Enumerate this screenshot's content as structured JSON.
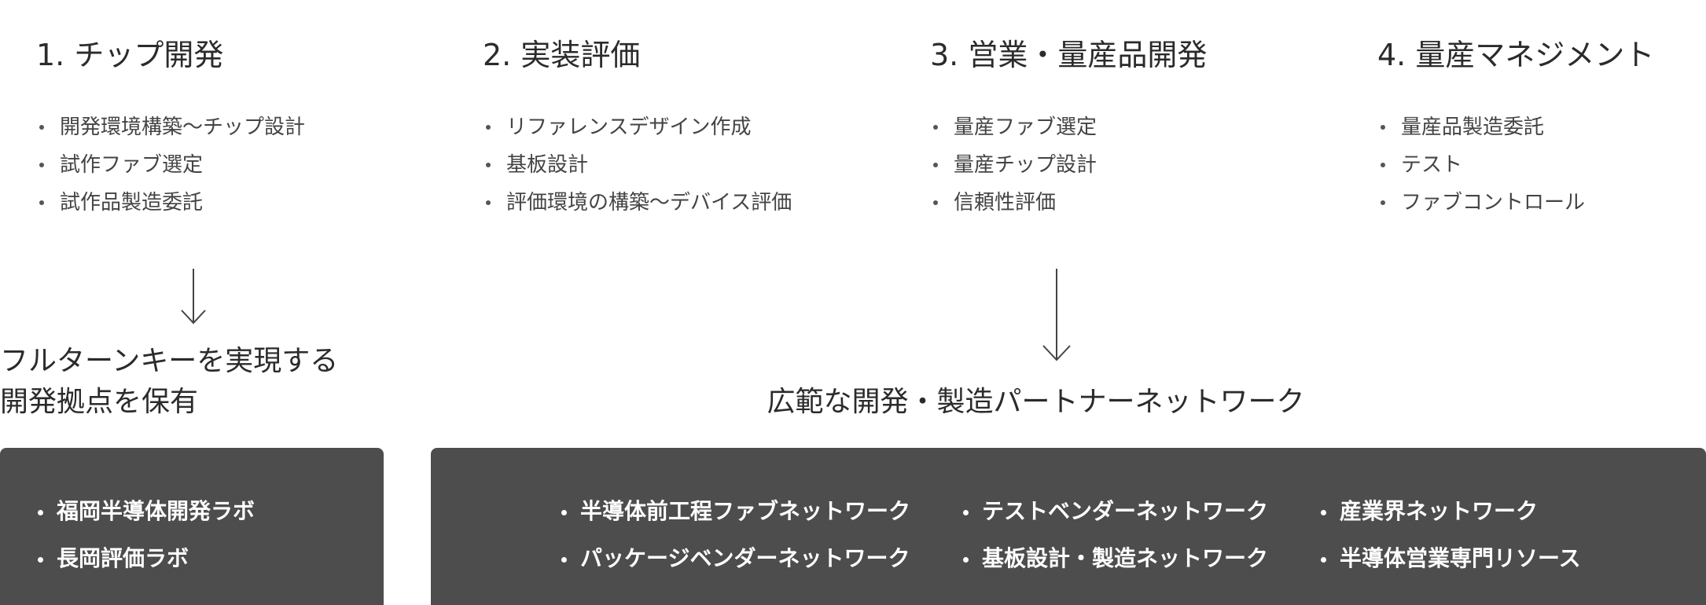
{
  "phases": [
    {
      "title": "1. チップ開発",
      "items": [
        "開発環境構築〜チップ設計",
        "試作ファブ選定",
        "試作品製造委託"
      ]
    },
    {
      "title": "2. 実装評価",
      "items": [
        "リファレンスデザイン作成",
        "基板設計",
        "評価環境の構築〜デバイス評価"
      ]
    },
    {
      "title": "3. 営業・量産品開発",
      "items": [
        "量産ファブ選定",
        "量産チップ設計",
        "信頼性評価"
      ]
    },
    {
      "title": "4. 量産マネジメント",
      "items": [
        "量産品製造委託",
        "テスト",
        "ファブコントロール"
      ]
    }
  ],
  "left_block": {
    "caption_lines": [
      "フルターンキーを実現する",
      "開発拠点を保有"
    ],
    "items": [
      "福岡半導体開発ラボ",
      "長岡評価ラボ"
    ]
  },
  "right_block": {
    "caption": "広範な開発・製造パートナーネットワーク",
    "columns": [
      [
        "半導体前工程ファブネットワーク",
        "パッケージベンダーネットワーク"
      ],
      [
        "テストベンダーネットワーク",
        "基板設計・製造ネットワーク"
      ],
      [
        "産業界ネットワーク",
        "半導体営業専門リソース"
      ]
    ]
  },
  "colors": {
    "panel": "#4d4d4d",
    "text": "#333333",
    "panel_text": "#ffffff"
  }
}
